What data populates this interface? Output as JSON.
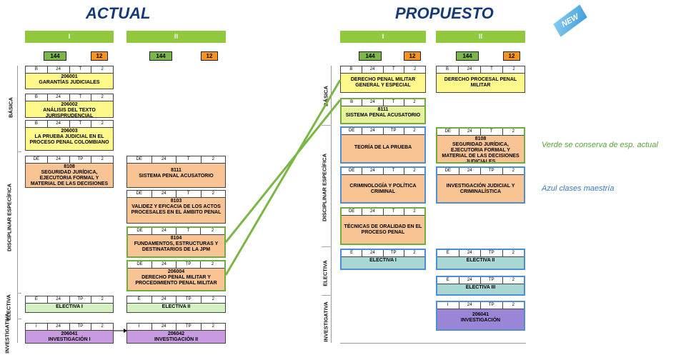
{
  "titles": {
    "actual": "ACTUAL",
    "propuesto": "PROPUESTO",
    "badge": "NEW"
  },
  "semesters": {
    "s1": "I",
    "s2": "II"
  },
  "counts": {
    "green": "144",
    "orange": "12"
  },
  "areas": {
    "basica": "BÁSICA",
    "especifica": "DISCIPLINAR ESPECÍFICA",
    "electiva": "ELECTIVA",
    "investigativa": "INVESTIGATIVA"
  },
  "actual": {
    "col1": [
      {
        "h": [
          "B",
          "24",
          "T",
          "2"
        ],
        "code": "206001",
        "name": "GARANTÍAS JUDICIALES"
      },
      {
        "h": [
          "B",
          "24",
          "T",
          "2"
        ],
        "code": "206002",
        "name": "ANÁLISIS DEL TEXTO JURISPRUDENCIAL"
      },
      {
        "h": [
          "B",
          "24",
          "T",
          "2"
        ],
        "code": "206003",
        "name": "LA PRUEBA JUDICIAL EN EL PROCESO PENAL COLOMBIANO"
      },
      {
        "h": [
          "DE",
          "24",
          "TP",
          "2"
        ],
        "code": "8108",
        "name": "SEGURIDAD JURÍDICA, EJECUTORIA FORMAL Y MATERIAL DE LAS DECISIONES JUDICIALES"
      },
      {
        "h": [
          "E",
          "24",
          "TP",
          "2"
        ],
        "code": "",
        "name": "ELECTIVA I"
      },
      {
        "h": [
          "I",
          "24",
          "TP",
          "2"
        ],
        "code": "206041",
        "name": "INVESTIGACIÓN I"
      }
    ],
    "col2": [
      {
        "h": [
          "DE",
          "24",
          "T",
          "2"
        ],
        "code": "8111",
        "name": "SISTEMA PENAL ACUSATORIO"
      },
      {
        "h": [
          "DE",
          "24",
          "T",
          "2"
        ],
        "code": "8103",
        "name": "VALIDEZ Y EFICACIA DE LOS ACTOS PROCESALES EN EL ÁMBITO PENAL"
      },
      {
        "h": [
          "DE",
          "24",
          "T",
          "2"
        ],
        "code": "8104",
        "name": "FUNDAMENTOS, ESTRUCTURAS Y DESTINATARIOS DE LA JPM"
      },
      {
        "h": [
          "DE",
          "24",
          "TP",
          "2"
        ],
        "code": "206004",
        "name": "DERECHO PENAL MILITAR Y PROCEDIMIENTO PENAL MILITAR"
      },
      {
        "h": [
          "E",
          "24",
          "TP",
          "2"
        ],
        "code": "",
        "name": "ELECTIVA II"
      },
      {
        "h": [
          "I",
          "24",
          "TP",
          "2"
        ],
        "code": "206042",
        "name": "INVESTIGACIÓN II"
      }
    ]
  },
  "propuesto": {
    "col1": [
      {
        "h": [
          "B",
          "24",
          "T",
          "2"
        ],
        "code": "",
        "name": "DERECHO PENAL MILITAR GENERAL Y ESPECIAL"
      },
      {
        "h": [
          "B",
          "24",
          "T",
          "2"
        ],
        "code": "8111",
        "name": "SISTEMA PENAL ACUSATORIO"
      },
      {
        "h": [
          "DE",
          "24",
          "TP",
          "2"
        ],
        "code": "",
        "name": "TEORÍA DE LA PRUEBA"
      },
      {
        "h": [
          "DE",
          "24",
          "T",
          "2"
        ],
        "code": "",
        "name": "CRIMINOLOGÍA Y POLÍTICA CRIMINAL"
      },
      {
        "h": [
          "DE",
          "24",
          "T",
          "2"
        ],
        "code": "",
        "name": "TÉCNICAS DE ORALIDAD EN EL PROCESO PENAL"
      },
      {
        "h": [
          "E",
          "24",
          "TP",
          "2"
        ],
        "code": "",
        "name": "ELECTIVA I"
      }
    ],
    "col2": [
      {
        "h": [
          "B",
          "24",
          "T",
          "2"
        ],
        "code": "",
        "name": "DERECHO PROCESAL PENAL MILITAR"
      },
      {
        "h": [
          "DE",
          "24",
          "T",
          "2"
        ],
        "code": "8108",
        "name": "SEGURIDAD JURÍDICA, EJECUTORIA FORMAL Y MATERIAL DE LAS DECISIONES JUDICIALES"
      },
      {
        "h": [
          "DE",
          "24",
          "TP",
          "2"
        ],
        "code": "",
        "name": "INVESTIGACIÓN JUDICIAL Y CRIMINALÍSTICA"
      },
      {
        "h": [
          "E",
          "24",
          "TP",
          "2"
        ],
        "code": "",
        "name": "ELECTIVA II"
      },
      {
        "h": [
          "E",
          "24",
          "TP",
          "2"
        ],
        "code": "",
        "name": "ELECTIVA III"
      },
      {
        "h": [
          "I",
          "24",
          "TP",
          "2"
        ],
        "code": "206041",
        "name": "INVESTIGACIÓN"
      }
    ]
  },
  "notes": {
    "green": "Verde se conserva de esp. actual",
    "blue": "Azul clases maestría"
  },
  "colors": {
    "green_note": "#5aa33a",
    "blue_note": "#3a78c2",
    "connector": "#7ab648"
  }
}
